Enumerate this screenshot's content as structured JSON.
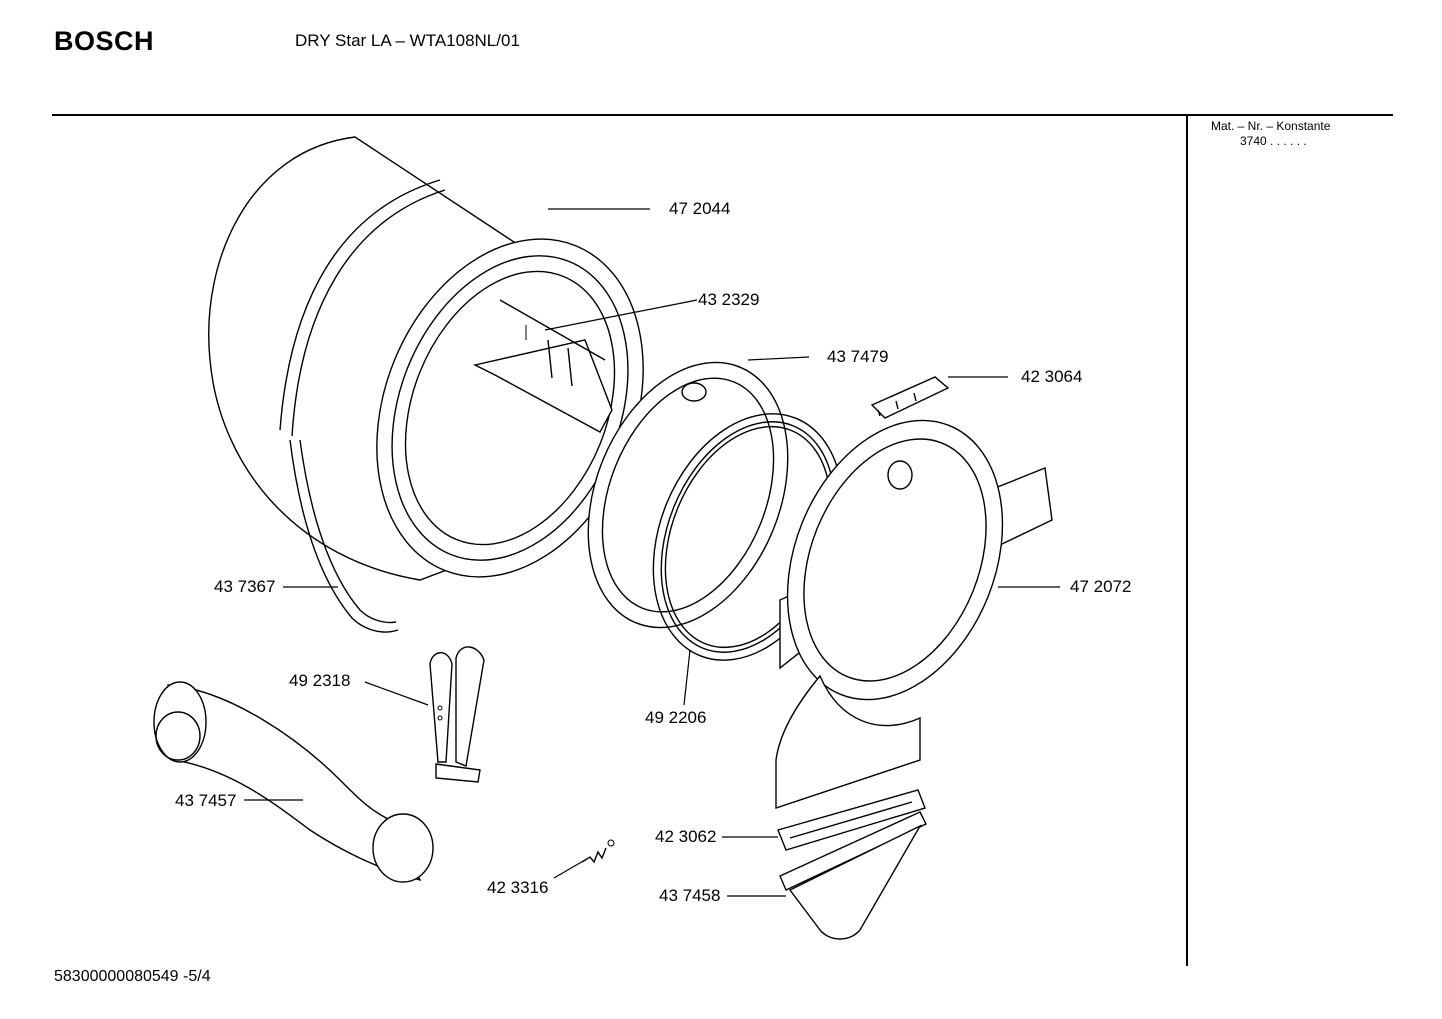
{
  "header": {
    "brand": "BOSCH",
    "title": "DRY Star LA – WTA108NL/01"
  },
  "sidebar": {
    "mat_label": "Mat. – Nr. – Konstante",
    "mat_value": "3740  .   .   .  .  .  ."
  },
  "footer": {
    "doc_id": "58300000080549 -5/4"
  },
  "parts": [
    {
      "id": "drum",
      "number": "47 2044"
    },
    {
      "id": "drum-paddle",
      "number": "43 2329"
    },
    {
      "id": "front-bearing-ring",
      "number": "43 7479"
    },
    {
      "id": "clip",
      "number": "42 3064"
    },
    {
      "id": "front-bracket",
      "number": "47 2072"
    },
    {
      "id": "drum-belt",
      "number": "43 7367"
    },
    {
      "id": "support-bracket",
      "number": "49 2318"
    },
    {
      "id": "felt-seal-ring",
      "number": "49 2206"
    },
    {
      "id": "exhaust-hose",
      "number": "43 7457"
    },
    {
      "id": "lint-filter-frame",
      "number": "42 3062"
    },
    {
      "id": "tension-spring",
      "number": "42 3316"
    },
    {
      "id": "lint-filter-housing",
      "number": "43 7458"
    }
  ]
}
